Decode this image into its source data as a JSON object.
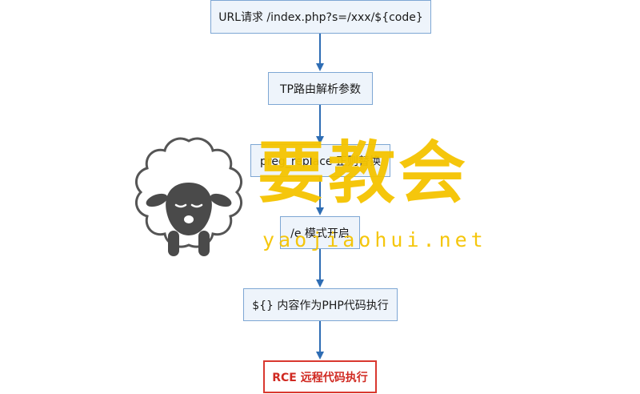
{
  "diagram": {
    "nodes": [
      {
        "id": "url-request",
        "label": "URL请求 /index.php?s=/xxx/${code}"
      },
      {
        "id": "tp-route",
        "label": "TP路由解析参数"
      },
      {
        "id": "preg-replace",
        "label": "preg_replace 正则替换"
      },
      {
        "id": "e-mode",
        "label": "/e 模式开启"
      },
      {
        "id": "php-exec",
        "label": "${} 内容作为PHP代码执行"
      },
      {
        "id": "rce",
        "label": "RCE 远程代码执行"
      }
    ],
    "edges": [
      {
        "from": "url-request",
        "to": "tp-route"
      },
      {
        "from": "tp-route",
        "to": "preg-replace"
      },
      {
        "from": "preg-replace",
        "to": "e-mode"
      },
      {
        "from": "e-mode",
        "to": "php-exec"
      },
      {
        "from": "php-exec",
        "to": "rce"
      }
    ],
    "colors": {
      "arrow": "#2e6db4",
      "node_fill": "#eef4fb",
      "node_border": "#7ea7d4",
      "final_border": "#d9382f",
      "final_text": "#d02a22"
    }
  },
  "watermark": {
    "brand": "要教会",
    "url": "yaojiaohui.net",
    "color": "#f5c400",
    "icon": "sheep-icon"
  }
}
